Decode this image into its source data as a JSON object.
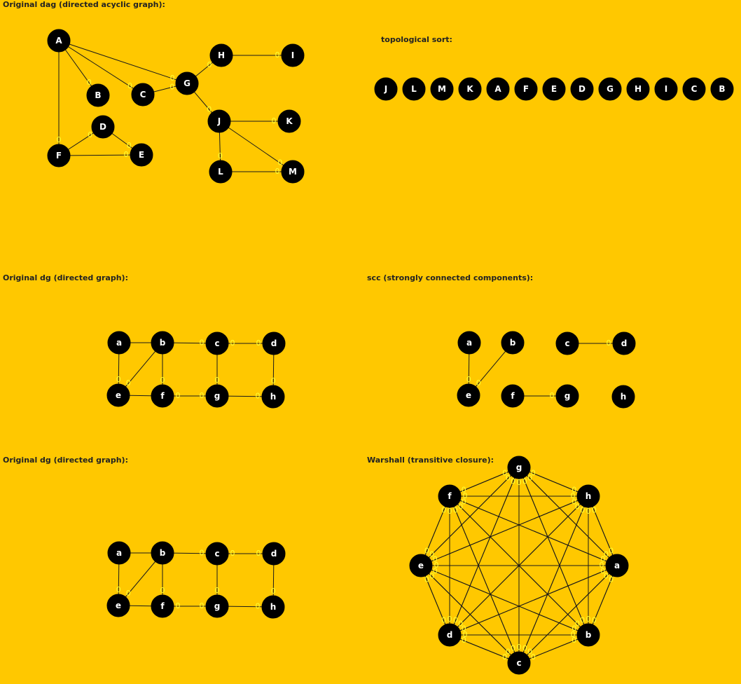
{
  "colors": {
    "background": "#ffc800",
    "node_fill": "#000000",
    "node_text": "#ffffff",
    "edge": "#1a1a1a",
    "weight_text": "#ffff33"
  },
  "panels": [
    {
      "id": "dag",
      "title": "Original dag (directed acyclic graph):",
      "nodes": [
        "A",
        "B",
        "C",
        "D",
        "E",
        "F",
        "G",
        "H",
        "I",
        "J",
        "K",
        "L",
        "M"
      ],
      "edges": [
        [
          "A",
          "B",
          "0"
        ],
        [
          "A",
          "C",
          "0"
        ],
        [
          "A",
          "G",
          "0"
        ],
        [
          "A",
          "F",
          "0"
        ],
        [
          "C",
          "G",
          "0"
        ],
        [
          "G",
          "H",
          "0"
        ],
        [
          "H",
          "I",
          "0"
        ],
        [
          "G",
          "J",
          "0"
        ],
        [
          "J",
          "K",
          "0"
        ],
        [
          "J",
          "L",
          "0"
        ],
        [
          "J",
          "M",
          "0"
        ],
        [
          "L",
          "M",
          "0"
        ],
        [
          "F",
          "D",
          "0"
        ],
        [
          "F",
          "E",
          "0"
        ],
        [
          "D",
          "E",
          "0"
        ]
      ]
    },
    {
      "id": "topo",
      "title": "topological sort:",
      "nodes": [
        "J",
        "L",
        "M",
        "K",
        "A",
        "F",
        "E",
        "D",
        "G",
        "H",
        "I",
        "C",
        "B"
      ],
      "edges": []
    },
    {
      "id": "dg1",
      "title": "Original dg (directed graph):",
      "nodes": [
        "a",
        "b",
        "c",
        "d",
        "e",
        "f",
        "g",
        "h"
      ],
      "edges": [
        [
          "a",
          "b",
          ""
        ],
        [
          "a",
          "e",
          "0"
        ],
        [
          "b",
          "c",
          "0"
        ],
        [
          "b",
          "e",
          "0"
        ],
        [
          "b",
          "f",
          "0"
        ],
        [
          "c",
          "d",
          "0"
        ],
        [
          "d",
          "c",
          "0"
        ],
        [
          "c",
          "g",
          "0"
        ],
        [
          "d",
          "h",
          "0"
        ],
        [
          "e",
          "f",
          ""
        ],
        [
          "f",
          "g",
          "0"
        ],
        [
          "g",
          "f",
          "0"
        ],
        [
          "g",
          "h",
          "0"
        ]
      ]
    },
    {
      "id": "scc",
      "title": "scc (strongly connected components):",
      "nodes": [
        "a",
        "b",
        "c",
        "d",
        "e",
        "f",
        "g",
        "h"
      ],
      "edges": [
        [
          "a",
          "e",
          "0"
        ],
        [
          "b",
          "e",
          "0"
        ],
        [
          "c",
          "d",
          "0"
        ],
        [
          "f",
          "g",
          "0"
        ]
      ]
    },
    {
      "id": "dg2",
      "title": "Original dg (directed graph):",
      "nodes": [
        "a",
        "b",
        "c",
        "d",
        "e",
        "f",
        "g",
        "h"
      ],
      "edges": [
        [
          "a",
          "b",
          ""
        ],
        [
          "a",
          "e",
          "0"
        ],
        [
          "b",
          "c",
          "0"
        ],
        [
          "b",
          "e",
          "0"
        ],
        [
          "b",
          "f",
          "0"
        ],
        [
          "c",
          "d",
          "0"
        ],
        [
          "d",
          "c",
          "0"
        ],
        [
          "c",
          "g",
          "0"
        ],
        [
          "d",
          "h",
          "0"
        ],
        [
          "e",
          "f",
          ""
        ],
        [
          "f",
          "g",
          "0"
        ],
        [
          "g",
          "f",
          "0"
        ],
        [
          "g",
          "h",
          "0"
        ]
      ]
    },
    {
      "id": "warshall",
      "title": "Warshall (transitive closure):",
      "nodes": [
        "g",
        "h",
        "a",
        "b",
        "c",
        "d",
        "e",
        "f"
      ],
      "edges": "complete",
      "edge_weight": "0"
    }
  ]
}
